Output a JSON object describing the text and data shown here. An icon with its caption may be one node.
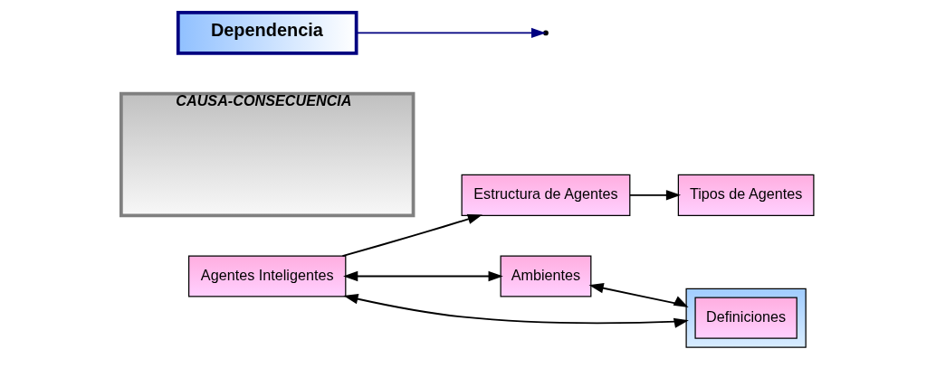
{
  "diagram": {
    "nodes": [
      {
        "text": [
          "Agentes Inteligentes"
        ]
      },
      {
        "text": [
          "CAUSA-CONSECUENCIA"
        ]
      },
      {
        "text": [
          "Estructura de Agentes"
        ]
      },
      {
        "text": [
          "Tipos de Agentes"
        ]
      },
      {
        "text": [
          "Dependencia"
        ]
      },
      {
        "text": [
          "Ambientes"
        ]
      },
      {
        "text": [],
        "shape": "box"
      },
      {
        "text": [
          "Definiciones"
        ],
        "in": 6
      }
    ],
    "edges": [
      {
        "from": 0,
        "to": 2,
        "arrow": "to"
      },
      {
        "from": 2,
        "to": 3,
        "arrow": "to"
      },
      {
        "from": 4,
        "to": null,
        "arrow": "to",
        "color": "#000080"
      },
      {
        "from": 0,
        "to": 5,
        "arrow": "both"
      },
      {
        "from": 0,
        "to": 6,
        "arrow": "both"
      },
      {
        "from": 5,
        "to": 6,
        "arrow": "both"
      }
    ]
  }
}
